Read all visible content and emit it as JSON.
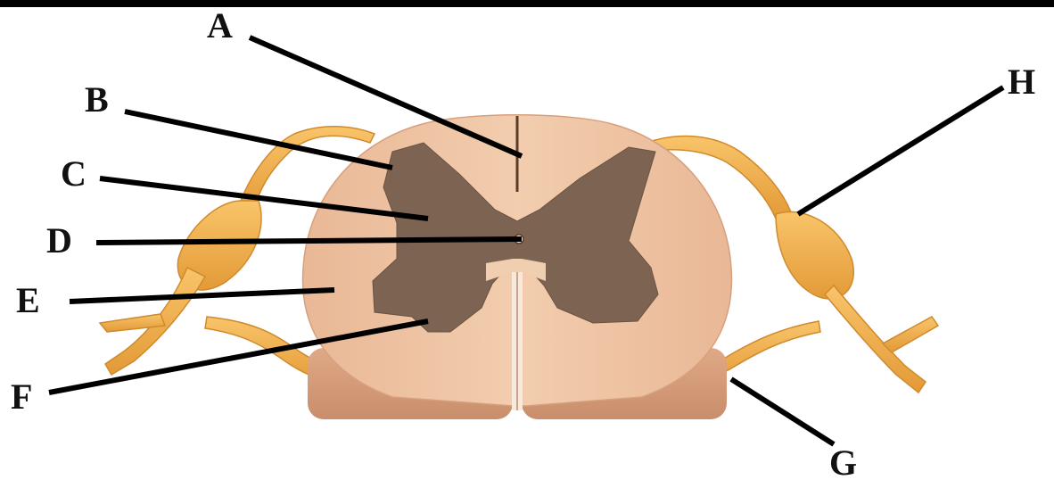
{
  "labels": {
    "a": "A",
    "b": "B",
    "c": "C",
    "d": "D",
    "e": "E",
    "f": "F",
    "g": "G",
    "h": "H"
  },
  "colors": {
    "top_bar": "#000000",
    "white_matter": "#efc4a2",
    "white_matter_dark": "#dba785",
    "gray_matter": "#7d6452",
    "nerve": "#f5b24c",
    "nerve_dark": "#d99432",
    "leader": "#000000"
  }
}
